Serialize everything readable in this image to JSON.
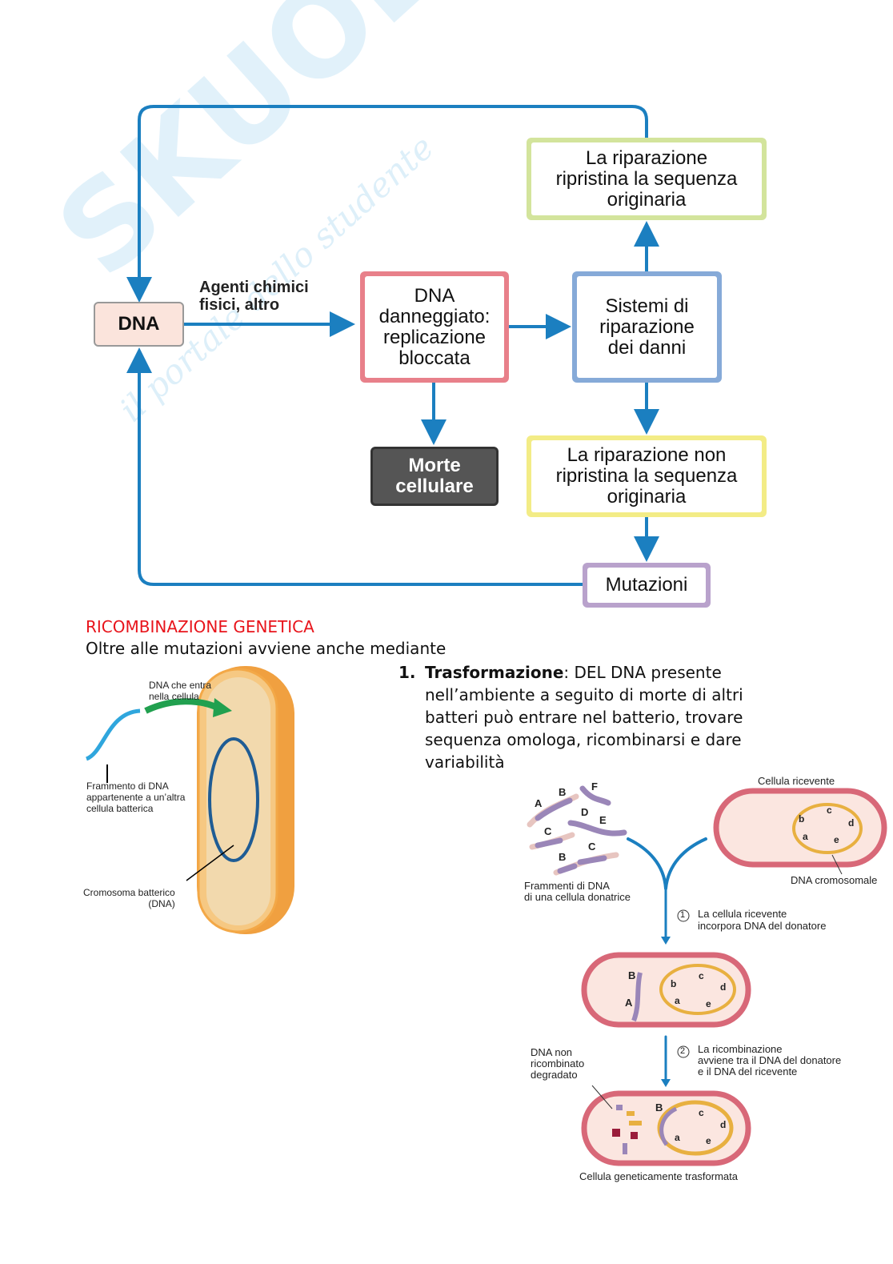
{
  "watermark": {
    "brand": "SKUOLA.net",
    "tagline": "il portale dello studente"
  },
  "flowchart": {
    "dna": "DNA",
    "agents": "Agenti chimici\nfisici, altro",
    "damaged": "DNA\ndanneggiato:\nreplicazione\nbloccata",
    "repair_systems": "Sistemi di\nriparazione\ndei danni",
    "repair_restores": "La riparazione\nripristina la sequenza\noriginaria",
    "repair_not_restores": "La riparazione non\nripristina la sequenza\noriginaria",
    "cell_death": "Morte\ncellulare",
    "mutations": "Mutazioni",
    "colors": {
      "arrow": "#1b7fc0",
      "dna_fill": "#fbe4dc",
      "damaged_border": "#e8808a",
      "systems_border": "#86aad8",
      "restores_border": "#d3e49c",
      "not_restores_border": "#f3ec86",
      "death_fill": "#555555",
      "mutations_border": "#b9a2cc"
    }
  },
  "text": {
    "heading": "RICOMBINAZIONE GENETICA",
    "heading_color": "#e8141b",
    "intro": "Oltre alle mutazioni avviene anche mediante",
    "item_number": "1.",
    "item_title": "Trasformazione",
    "item_body": ": DEL DNA presente nell’ambiente a seguito di morte di altri batteri può entrare nel batterio, trovare sequenza omologa, ricombinarsi e dare variabilità"
  },
  "bacterium": {
    "entering": "DNA che entra\nnella cellula",
    "fragment": "Frammento di DNA\nappartenente a un’altra\ncellula batterica",
    "chromosome": "Cromosoma batterico\n(DNA)"
  },
  "transformation": {
    "recipient": "Cellula ricevente",
    "chromosomal": "DNA cromosomale",
    "fragments": "Frammenti di DNA\ndi una cellula donatrice",
    "step1_num": "1",
    "step1": "La cellula ricevente\nincorpora DNA del donatore",
    "step2_num": "2",
    "step2": "La ricombinazione\navviene tra il DNA del donatore\ne il DNA del ricevente",
    "degraded": "DNA non\nricombinato\ndegradato",
    "final": "Cellula geneticamente trasformata",
    "donor_letters": [
      "A",
      "B",
      "F",
      "D",
      "E",
      "C",
      "B",
      "C"
    ],
    "recipient_letters": [
      "b",
      "c",
      "d",
      "a",
      "e"
    ],
    "stage2_letters": [
      "B",
      "A"
    ],
    "final_letters": [
      "B",
      "c",
      "d",
      "a",
      "e"
    ]
  }
}
